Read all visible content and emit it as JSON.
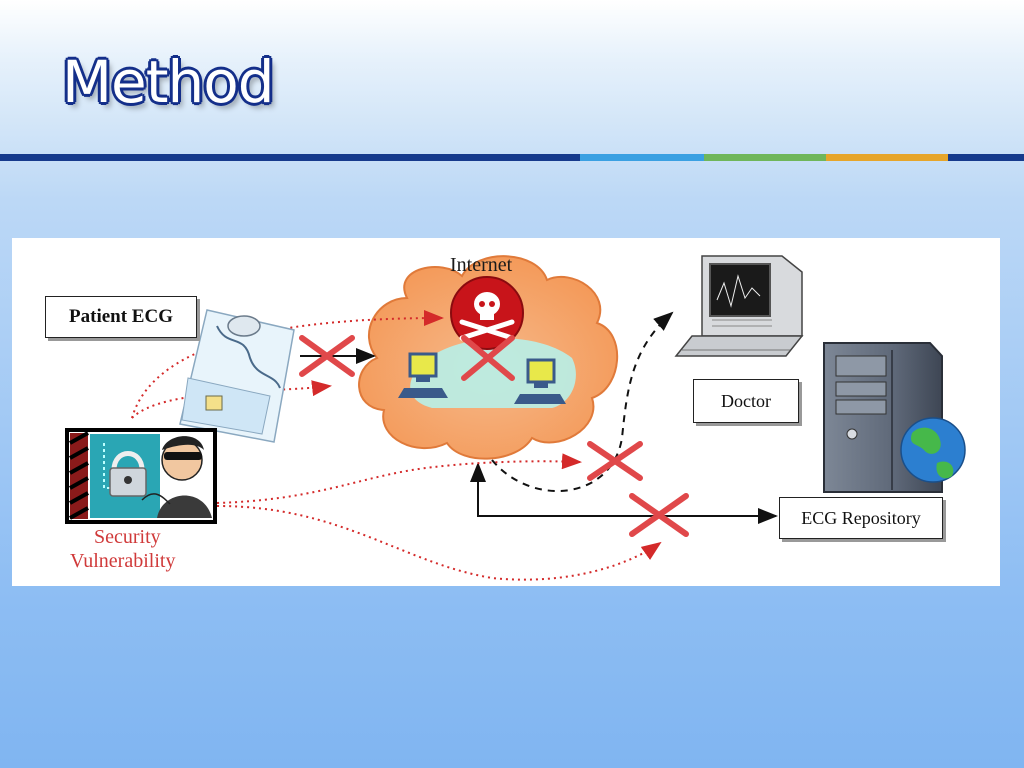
{
  "slide": {
    "title": "Method"
  },
  "colors": {
    "title_outline": "#142f8a",
    "rule_main": "#163a8c",
    "rule_blue": "#3aa0e2",
    "rule_green": "#6fb65a",
    "rule_gold": "#e6a52a",
    "attack_red": "#d42a2a",
    "cross_red": "#e0484a"
  },
  "diagram": {
    "patient_ecg_label": "Patient ECG",
    "internet_label": "Internet",
    "doctor_label": "Doctor",
    "ecg_repository_label": "ECG Repository",
    "security_label_line1": "Security",
    "security_label_line2": "Vulnerability"
  }
}
